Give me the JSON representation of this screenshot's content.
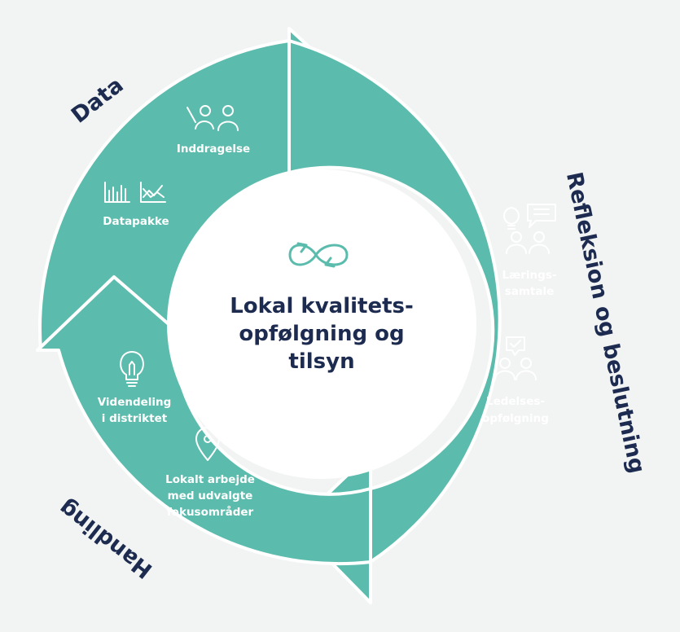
{
  "colors": {
    "background": "#f2f4f3",
    "ring": "#5bbcad",
    "text_dark": "#1c2b4f",
    "text_light": "#ffffff"
  },
  "center": {
    "icon": "infinity-cycle-icon",
    "lines": [
      "Lokal kvalitets-",
      "opfølgning og",
      "tilsyn"
    ]
  },
  "phases": {
    "data": "Data",
    "reflection": "Refleksion og beslutning",
    "action": "Handling"
  },
  "items": {
    "inddragelse": {
      "icon": "people-raising-hand-icon",
      "label": "Inddragelse"
    },
    "datapakke": {
      "icon": "charts-icon",
      "label": "Datapakke"
    },
    "laeringssamtale": {
      "icon": "lightbulb-speech-people-icon",
      "lines": [
        "Lærings-",
        "samtale"
      ]
    },
    "ledelsesopfoelgning": {
      "icon": "board-people-icon",
      "lines": [
        "Ledelses-",
        "opfølgning"
      ]
    },
    "videndeling": {
      "icon": "lightbulb-icon",
      "lines": [
        "Videndeling",
        "i distriktet"
      ]
    },
    "lokalt_arbejde": {
      "icon": "location-pin-icon",
      "lines": [
        "Lokalt arbejde",
        "med udvalgte",
        "fokusområder"
      ]
    }
  }
}
